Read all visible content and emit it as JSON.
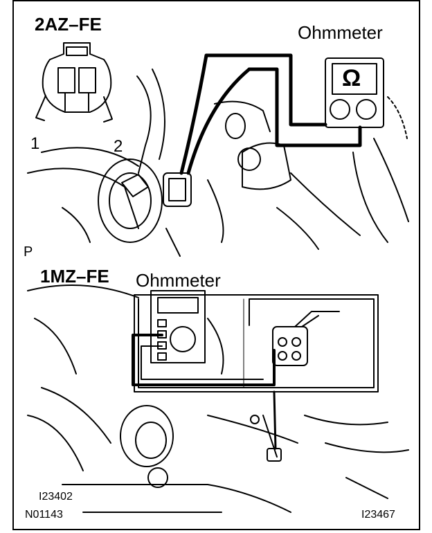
{
  "top_panel": {
    "engine_label": "2AZ–FE",
    "meter_label": "Ohmmeter",
    "meter_symbol": "Ω",
    "terminal_1": "1",
    "terminal_2": "2"
  },
  "side_marker": "P",
  "bottom_panel": {
    "engine_label": "1MZ–FE",
    "meter_label": "Ohmmeter"
  },
  "codes": {
    "left_top": "I23402",
    "left_bottom": "N01143",
    "right": "I23467"
  }
}
